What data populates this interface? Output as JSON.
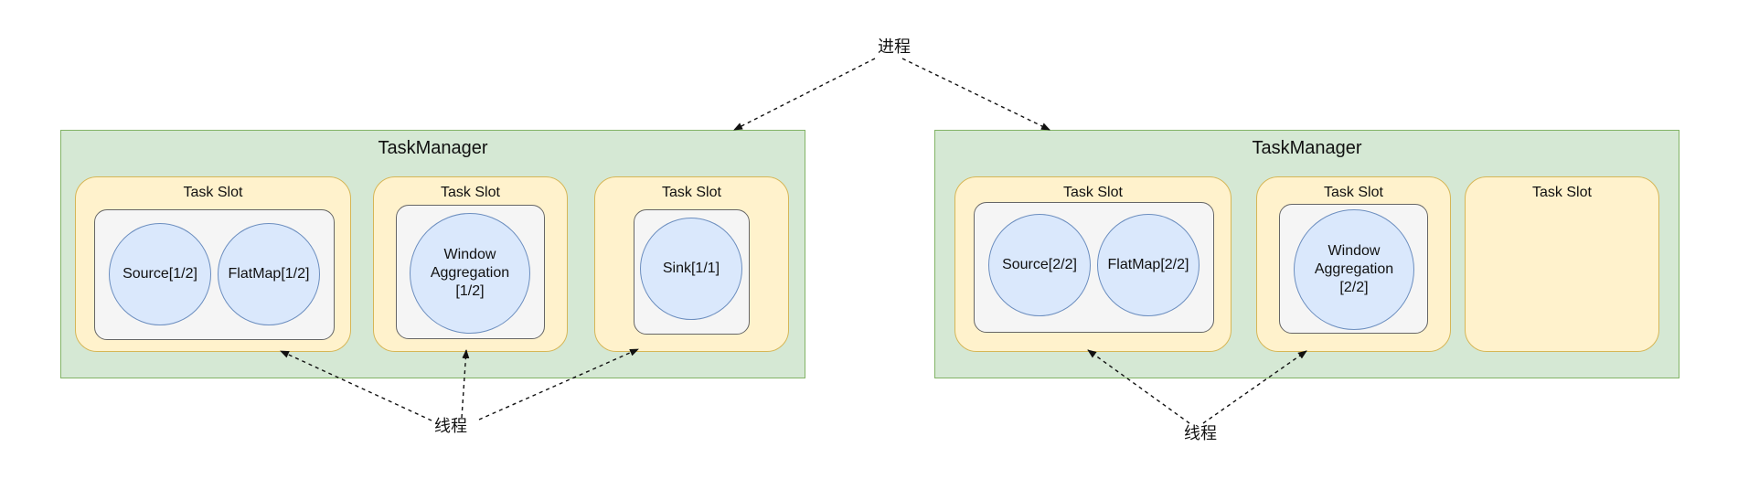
{
  "labels": {
    "process": "进程",
    "thread": "线程",
    "task_manager": "TaskManager",
    "task_slot": "Task Slot"
  },
  "left_task_manager": {
    "slots": [
      {
        "tasks": [
          "Source[1/2]",
          "FlatMap[1/2]"
        ]
      },
      {
        "tasks": [
          "Window\nAggregation\n[1/2]"
        ]
      },
      {
        "tasks": [
          "Sink[1/1]"
        ]
      }
    ]
  },
  "right_task_manager": {
    "slots": [
      {
        "tasks": [
          "Source[2/2]",
          "FlatMap[2/2]"
        ]
      },
      {
        "tasks": [
          "Window\nAggregation\n[2/2]"
        ]
      },
      {
        "tasks": []
      }
    ]
  },
  "colors": {
    "task_manager_fill": "#d5e8d4",
    "task_manager_border": "#82b366",
    "slot_fill": "#fff2cc",
    "slot_border": "#d6b656",
    "group_fill": "#f5f5f5",
    "group_border": "#666666",
    "task_fill": "#dae8fc",
    "task_border": "#6c8ebf"
  }
}
